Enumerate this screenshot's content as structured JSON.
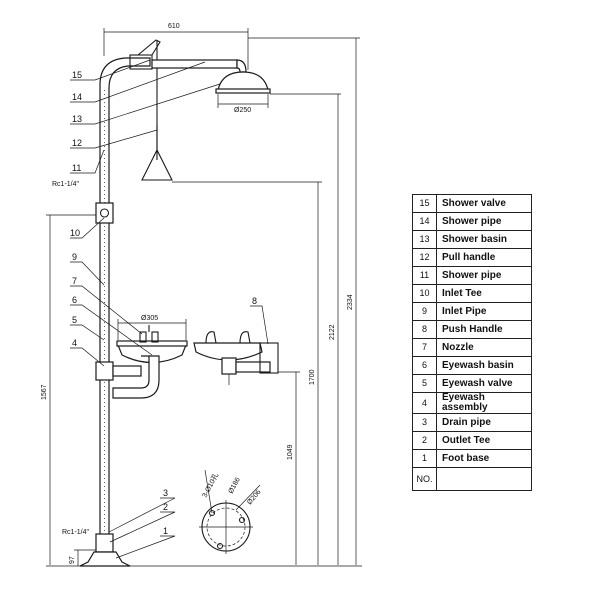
{
  "dimensions": {
    "width_610": "610",
    "shower_dia": "Ø250",
    "basin_dia": "Ø305",
    "h_2334": "2334",
    "h_2122": "2122",
    "h_1700": "1700",
    "h_1567": "1567",
    "h_1049": "1049",
    "h_97": "97",
    "thread_top": "Rc1-1/4\"",
    "thread_bottom": "Rc1-1/4\"",
    "hole_3x": "3-Ø10孔",
    "hole_186": "Ø186",
    "hole_206": "Ø206"
  },
  "callouts": [
    "15",
    "14",
    "13",
    "12",
    "11",
    "10",
    "9",
    "7",
    "6",
    "5",
    "4",
    "3",
    "2",
    "1",
    "8"
  ],
  "table": {
    "rows": [
      {
        "no": "15",
        "name": "Shower valve"
      },
      {
        "no": "14",
        "name": "Shower pipe"
      },
      {
        "no": "13",
        "name": "Shower basin"
      },
      {
        "no": "12",
        "name": "Pull handle"
      },
      {
        "no": "11",
        "name": "Shower pipe"
      },
      {
        "no": "10",
        "name": "Inlet Tee"
      },
      {
        "no": "9",
        "name": "Inlet Pipe"
      },
      {
        "no": "8",
        "name": "Push Handle"
      },
      {
        "no": "7",
        "name": "Nozzle"
      },
      {
        "no": "6",
        "name": "Eyewash basin"
      },
      {
        "no": "5",
        "name": "Eyewash valve"
      },
      {
        "no": "4",
        "name": "Eyewash assembly"
      },
      {
        "no": "3",
        "name": "Drain pipe"
      },
      {
        "no": "2",
        "name": "Outlet Tee"
      },
      {
        "no": "1",
        "name": "Foot base"
      }
    ],
    "footer_no": "NO.",
    "footer_name": ""
  }
}
